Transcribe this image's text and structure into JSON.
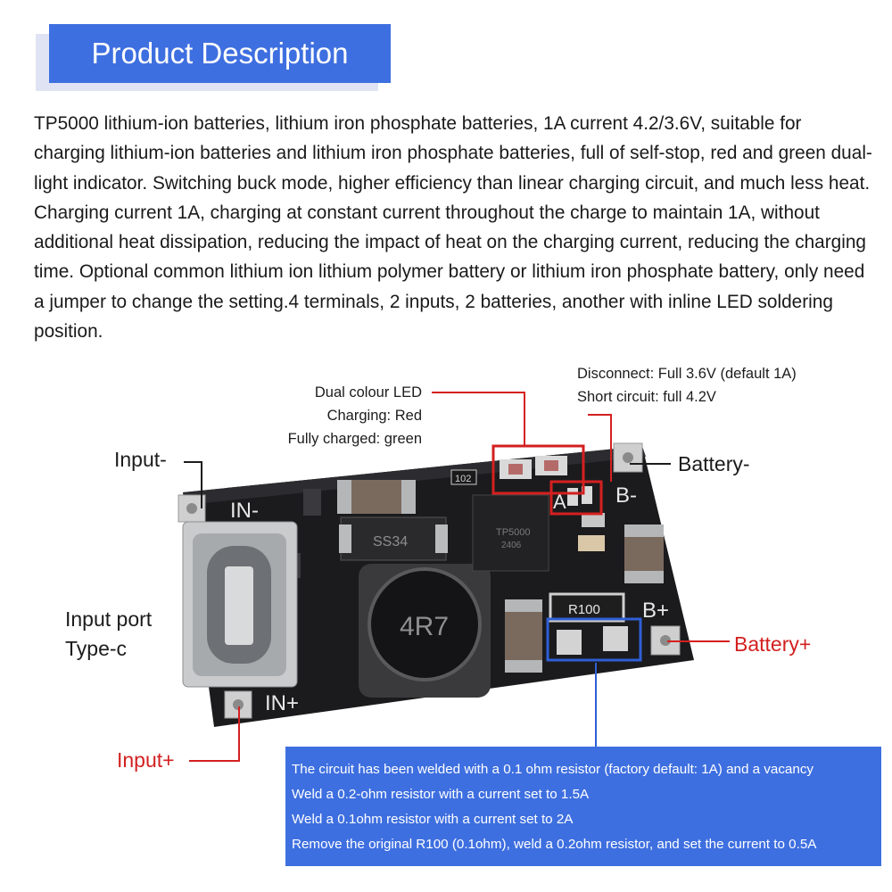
{
  "header": {
    "title": "Product Description"
  },
  "description": "TP5000 lithium-ion batteries, lithium iron phosphate batteries, 1A current 4.2/3.6V, suitable for charging lithium-ion batteries and lithium iron phosphate batteries, full of self-stop, red and green dual-light indicator. Switching buck mode, higher efficiency than linear charging circuit, and much less heat. Charging current 1A, charging at constant current throughout the charge to maintain 1A, without additional heat dissipation, reducing the impact of heat on the charging current, reducing the charging time. Optional common lithium ion lithium polymer battery or lithium iron phosphate battery, only need a jumper to change the setting.4 terminals, 2 inputs, 2 batteries, another with inline LED soldering position.",
  "labels": {
    "led": [
      "Dual colour LED",
      "Charging: Red",
      "Fully charged: green"
    ],
    "jumper": [
      "Disconnect: Full 3.6V (default 1A)",
      "Short circuit: full 4.2V"
    ],
    "input_minus": "Input-",
    "input_plus": "Input+",
    "input_port": [
      "Input port",
      "Type-c"
    ],
    "battery_minus": "Battery-",
    "battery_plus": "Battery+"
  },
  "board": {
    "silkscreen": {
      "in_minus": "IN-",
      "in_plus": "IN+",
      "b_minus": "B-",
      "b_plus": "B+",
      "jumper": "A",
      "resistor": "R100",
      "inductor": "4R7",
      "diode": "SS34",
      "smd_102": "102"
    },
    "chip": {
      "name": "TP5000",
      "code": "2406"
    }
  },
  "info_box": {
    "lines": [
      "The circuit has been welded with a 0.1 ohm resistor (factory default: 1A) and a vacancy",
      "Weld a 0.2-ohm resistor with a current set to 1.5A",
      "Weld a 0.1ohm resistor with a current set to 2A",
      "Remove the original R100 (0.1ohm), weld a 0.2ohm resistor, and set the current to 0.5A"
    ]
  },
  "colors": {
    "accent_blue": "#3e6fe0",
    "callout_red": "#d42020",
    "callout_blue": "#2f5fd6",
    "pcb": "#1b1b1d"
  }
}
